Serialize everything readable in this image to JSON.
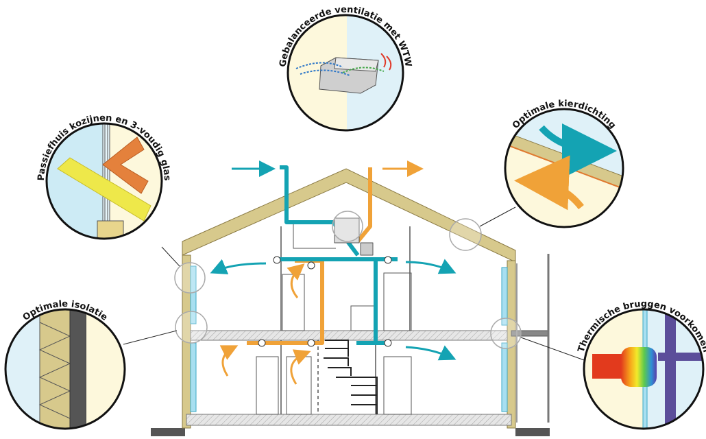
{
  "callouts": {
    "ventilation": "Gebalanceerde ventilatie met WTW",
    "windows": "Passiefhuis kozijnen en 3-voudig glas",
    "airtight": "Optimale kierdichting",
    "insulation": "Optimale isolatie",
    "thermal_bridges": "Thermische bruggen voorkomen"
  },
  "colors": {
    "fresh_air": "#14a3b3",
    "exhaust_air": "#f0a238",
    "insulation": "#d7c98c",
    "glass": "#a8dff0",
    "warm_bg": "#fdf8dc",
    "cold_bg": "#dff1f8"
  }
}
